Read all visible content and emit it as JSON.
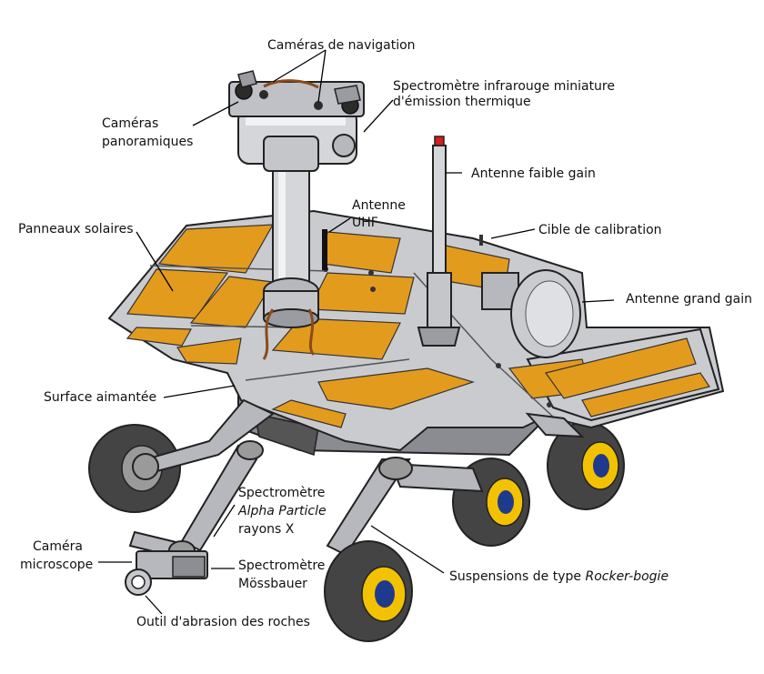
{
  "labels": {
    "nav_cameras": "Caméras de navigation",
    "spectrometer_ir_line1": "Spectromètre infrarouge miniature",
    "spectrometer_ir_line2": "d'émission thermique",
    "pan_cameras_line1": "Caméras",
    "pan_cameras_line2": "panoramiques",
    "antenna_low_gain": "Antenne faible gain",
    "antenna_uhf_line1": "Antenne",
    "antenna_uhf_line2": "UHF",
    "calibration_target": "Cible de calibration",
    "solar_panels": "Panneaux solaires",
    "antenna_high_gain": "Antenne grand gain",
    "magnetic_surface": "Surface aimantée",
    "apxs_line1": "Spectromètre",
    "apxs_line2": "Alpha Particle",
    "apxs_line3": "rayons X",
    "microscope_line1": "Caméra",
    "microscope_line2": "microscope",
    "mossbauer_line1": "Spectromètre",
    "mossbauer_line2": "Mössbauer",
    "suspension_prefix": "Suspensions de type ",
    "suspension_italic": "Rocker-bogie",
    "abrasion_tool": "Outil d'abrasion des roches"
  },
  "colors": {
    "panel_orange": "#E39B1E",
    "panel_orange_dark": "#C97F10",
    "deck_gray": "#C9CBCF",
    "deck_gray_dark": "#9A9CA1",
    "tire": "#444444",
    "hub_yellow": "#F2C200",
    "hub_blue": "#1F3A8C",
    "cable_brown": "#8B4A1C",
    "beacon_red": "#D21E1E"
  }
}
